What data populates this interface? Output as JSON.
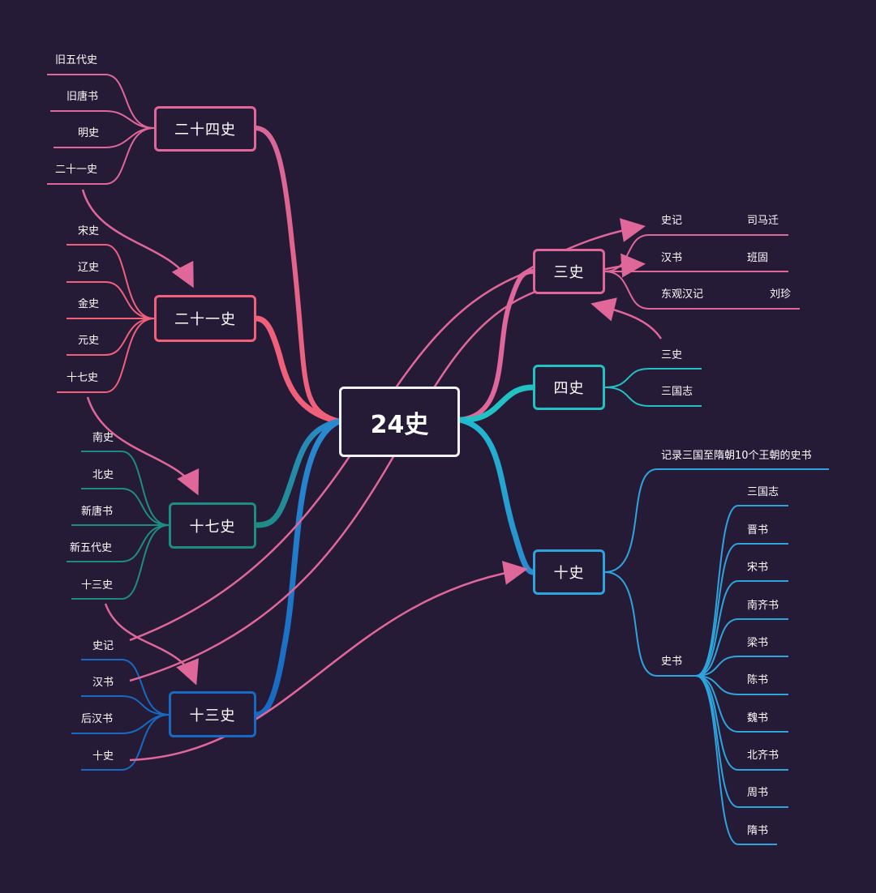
{
  "colors": {
    "background": "#261b37",
    "pink": "#e0679a",
    "coral": "#f0607a",
    "teal": "#1e8c82",
    "cyan": "#22c1c3",
    "blue": "#2a8ad0",
    "darkblue": "#1769c2",
    "skyblue": "#2fa3dc",
    "white": "#f2f2f2"
  },
  "center": {
    "label": "24史"
  },
  "branches": {
    "ershisi": {
      "label": "二十四史",
      "children": [
        "旧五代史",
        "旧唐书",
        "明史",
        "二十一史"
      ]
    },
    "ershiyi": {
      "label": "二十一史",
      "children": [
        "宋史",
        "辽史",
        "金史",
        "元史",
        "十七史"
      ]
    },
    "shiqi": {
      "label": "十七史",
      "children": [
        "南史",
        "北史",
        "新唐书",
        "新五代史",
        "十三史"
      ]
    },
    "shisan": {
      "label": "十三史",
      "children": [
        "史记",
        "汉书",
        "后汉书",
        "十史"
      ]
    },
    "sanshi": {
      "label": "三史",
      "rows": [
        {
          "book": "史记",
          "author": "司马迁"
        },
        {
          "book": "汉书",
          "author": "班固"
        },
        {
          "book": "东观汉记",
          "author": "刘珍"
        }
      ]
    },
    "sishi": {
      "label": "四史",
      "children": [
        "三史",
        "三国志"
      ]
    },
    "shishi": {
      "label": "十史",
      "description": "记录三国至隋朝10个王朝的史书",
      "group": "史书",
      "children": [
        "三国志",
        "晋书",
        "宋书",
        "南齐书",
        "梁书",
        "陈书",
        "魏书",
        "北齐书",
        "周书",
        "隋书"
      ]
    }
  }
}
